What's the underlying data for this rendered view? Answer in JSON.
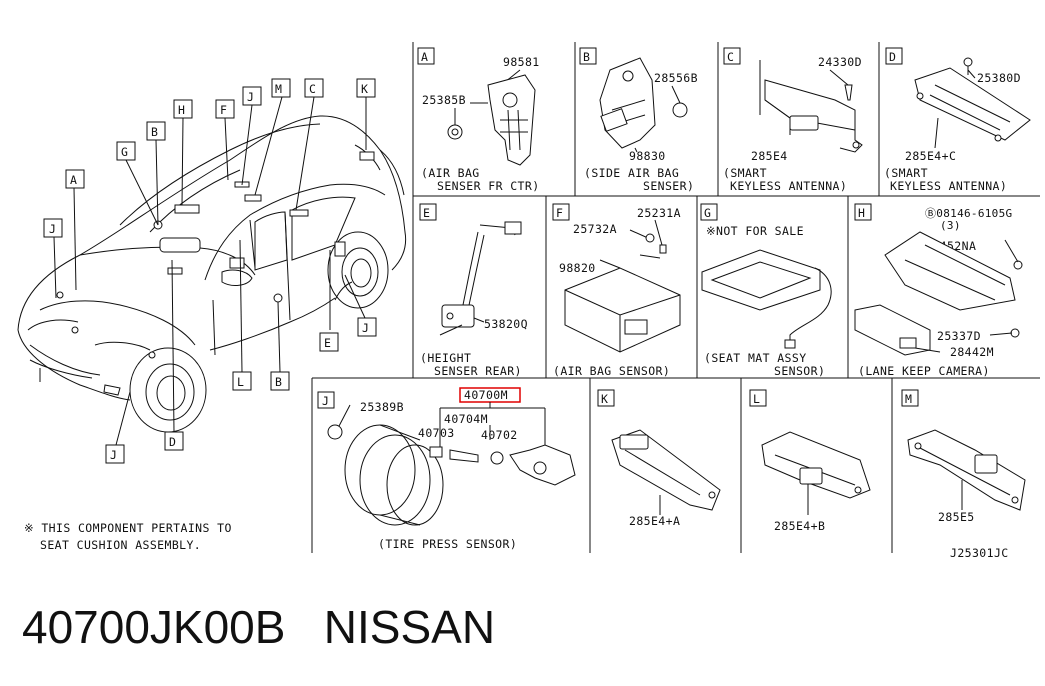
{
  "car_view": {
    "callouts": {
      "A": "A",
      "B": "B",
      "C": "C",
      "D": "D",
      "E": "E",
      "F": "F",
      "G": "G",
      "H": "H",
      "J": "J",
      "K": "K",
      "L": "L",
      "M": "M"
    }
  },
  "panels": {
    "A": {
      "letter": "A",
      "parts": [
        "98581",
        "25385B"
      ],
      "caption": [
        "(AIR BAG",
        "SENSER FR CTR)"
      ]
    },
    "B": {
      "letter": "B",
      "parts": [
        "28556B",
        "98830"
      ],
      "caption": [
        "(SIDE AIR BAG",
        "SENSER)"
      ]
    },
    "C": {
      "letter": "C",
      "parts": [
        "24330D",
        "285E4"
      ],
      "caption": [
        "(SMART",
        "KEYLESS ANTENNA)"
      ]
    },
    "D": {
      "letter": "D",
      "parts": [
        "25380D",
        "285E4+C"
      ],
      "caption": [
        "(SMART",
        "KEYLESS ANTENNA)"
      ]
    },
    "E": {
      "letter": "E",
      "parts": [
        "53820Q"
      ],
      "caption": [
        "(HEIGHT",
        "SENSER REAR)"
      ]
    },
    "F": {
      "letter": "F",
      "parts": [
        "25231A",
        "25732A",
        "98820"
      ],
      "caption": [
        "(AIR BAG SENSOR)"
      ]
    },
    "G": {
      "letter": "G",
      "note": "※NOT FOR SALE",
      "caption": [
        "(SEAT MAT ASSY",
        "SENSOR)"
      ]
    },
    "H": {
      "letter": "H",
      "parts": [
        "Ⓑ08146-6105G",
        "(3)",
        "28452NA",
        "25337D",
        "28442M"
      ],
      "caption": [
        "(LANE KEEP CAMERA)"
      ]
    },
    "J": {
      "letter": "J",
      "parts": [
        "25389B",
        "40700M",
        "40704M",
        "40703",
        "40702"
      ],
      "caption": [
        "(TIRE PRESS SENSOR)"
      ]
    },
    "K": {
      "letter": "K",
      "parts": [
        "285E4+A"
      ]
    },
    "L": {
      "letter": "L",
      "parts": [
        "285E4+B"
      ]
    },
    "M": {
      "letter": "M",
      "parts": [
        "285E5"
      ]
    }
  },
  "footnote": [
    "※ THIS COMPONENT PERTAINS TO",
    "SEAT CUSHION ASSEMBLY."
  ],
  "diagram_code": "J25301JC",
  "part_number": "40700JK00B",
  "brand": "NISSAN",
  "highlight_color": "#e00000"
}
